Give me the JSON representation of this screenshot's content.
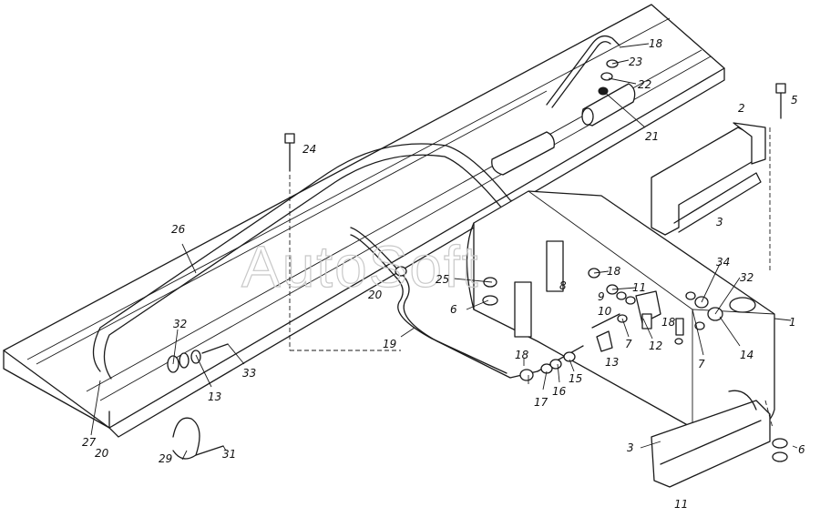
{
  "watermark": "AutoSoft",
  "callouts": [
    {
      "id": "c18a",
      "text": "18"
    },
    {
      "id": "c23",
      "text": "23"
    },
    {
      "id": "c22",
      "text": "22"
    },
    {
      "id": "c21",
      "text": "21"
    },
    {
      "id": "c2",
      "text": "2"
    },
    {
      "id": "c5",
      "text": "5"
    },
    {
      "id": "c24",
      "text": "24"
    },
    {
      "id": "c26",
      "text": "26"
    },
    {
      "id": "c3a",
      "text": "3"
    },
    {
      "id": "c34",
      "text": "34"
    },
    {
      "id": "c32a",
      "text": "32"
    },
    {
      "id": "c25",
      "text": "25"
    },
    {
      "id": "c18b",
      "text": "18"
    },
    {
      "id": "c11",
      "text": "11"
    },
    {
      "id": "c8",
      "text": "8"
    },
    {
      "id": "c9",
      "text": "9"
    },
    {
      "id": "c20a",
      "text": "20"
    },
    {
      "id": "c6a",
      "text": "6"
    },
    {
      "id": "c10",
      "text": "10"
    },
    {
      "id": "c18c",
      "text": "18"
    },
    {
      "id": "c1",
      "text": "1"
    },
    {
      "id": "c12",
      "text": "12"
    },
    {
      "id": "c7a",
      "text": "7"
    },
    {
      "id": "c14",
      "text": "14"
    },
    {
      "id": "c19",
      "text": "19"
    },
    {
      "id": "c13a",
      "text": "13"
    },
    {
      "id": "c7b",
      "text": "7"
    },
    {
      "id": "c32b",
      "text": "32"
    },
    {
      "id": "c33",
      "text": "33"
    },
    {
      "id": "c13b",
      "text": "13"
    },
    {
      "id": "c18d",
      "text": "18"
    },
    {
      "id": "c15",
      "text": "15"
    },
    {
      "id": "c16",
      "text": "16"
    },
    {
      "id": "c17",
      "text": "17"
    },
    {
      "id": "c27",
      "text": "27"
    },
    {
      "id": "c20b",
      "text": "20"
    },
    {
      "id": "c29",
      "text": "29"
    },
    {
      "id": "c31",
      "text": "31"
    },
    {
      "id": "c3b",
      "text": "3"
    },
    {
      "id": "c6b",
      "text": "6"
    },
    {
      "id": "c11b",
      "text": "11"
    }
  ]
}
